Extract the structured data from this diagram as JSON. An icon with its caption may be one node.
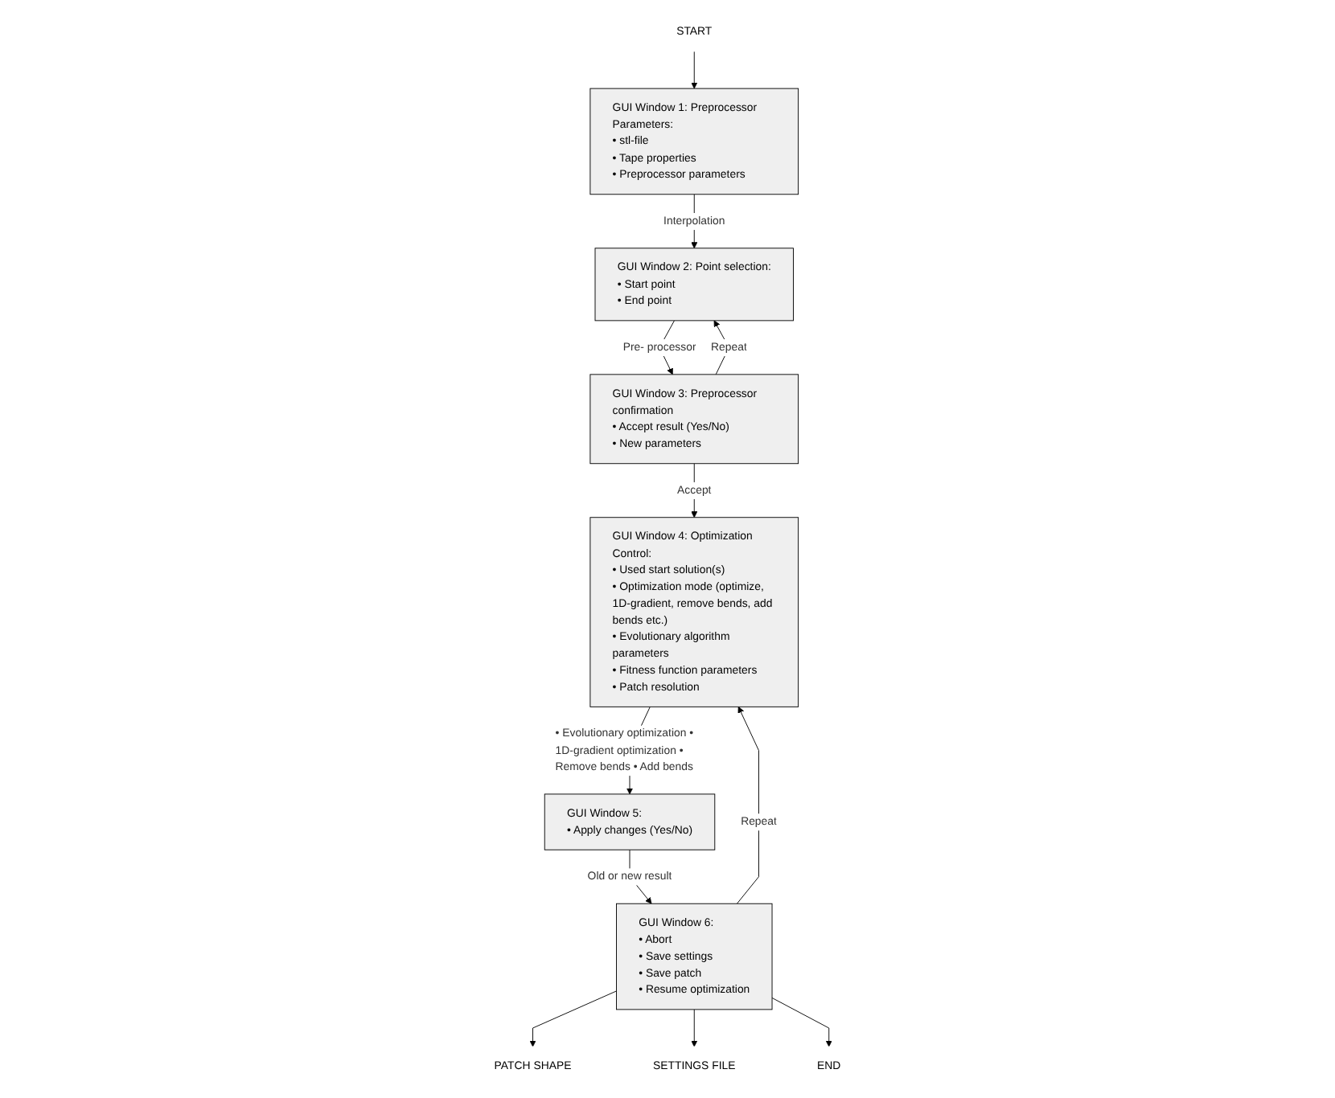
{
  "diagram": {
    "nodes": [
      {
        "text": [
          "START"
        ]
      },
      {
        "text": [
          "GUI Window 1: Preprocessor Parameters:",
          "• stl-file",
          "• Tape properties",
          "• Preprocessor parameters"
        ]
      },
      {
        "text": [
          "GUI Window 2: Point selection:",
          "• Start point",
          "• End point"
        ]
      },
      {
        "text": [
          "GUI Window 3: Preprocessor confirmation",
          "• Accept result (Yes/No)",
          "• New parameters"
        ]
      },
      {
        "text": [
          "GUI Window 4: Optimization Control:",
          "• Used start solution(s)",
          "• Optimization mode (optimize, 1D-gradient, remove bends, add bends etc.)",
          "• Evolutionary algorithm parameters",
          "• Fitness function parameters",
          "• Patch resolution"
        ]
      },
      {
        "text": [
          "GUI Window 5:",
          "• Apply changes (Yes/No)"
        ]
      },
      {
        "text": [
          "GUI Window 6:",
          "• Abort",
          "• Save settings",
          "• Save patch",
          "• Resume optimization"
        ]
      },
      {
        "text": [
          "PATCH SHAPE"
        ]
      },
      {
        "text": [
          "SETTINGS FILE"
        ]
      },
      {
        "text": [
          "END"
        ]
      }
    ],
    "edges": [
      {
        "from": 0,
        "to": 1,
        "arrow": "to"
      },
      {
        "from": 1,
        "to": 2,
        "arrow": "to",
        "label": "Interpolation"
      },
      {
        "from": 2,
        "to": 3,
        "arrow": "to",
        "label": "Pre- processor"
      },
      {
        "from": 3,
        "to": 2,
        "arrow": "to",
        "label": "Repeat"
      },
      {
        "from": 3,
        "to": 4,
        "arrow": "to",
        "label": "Accept"
      },
      {
        "from": 4,
        "to": 5,
        "arrow": "to",
        "label": "• Evolutionary optimization • 1D-gradient optimization • Remove bends • Add bends"
      },
      {
        "from": 5,
        "to": 6,
        "arrow": "to",
        "label": "Old or new result"
      },
      {
        "from": 6,
        "to": 4,
        "arrow": "to",
        "label": "Repeat"
      },
      {
        "from": 6,
        "to": 7,
        "arrow": "to"
      },
      {
        "from": 6,
        "to": 8,
        "arrow": "to"
      },
      {
        "from": 6,
        "to": 9,
        "arrow": "to"
      }
    ]
  }
}
